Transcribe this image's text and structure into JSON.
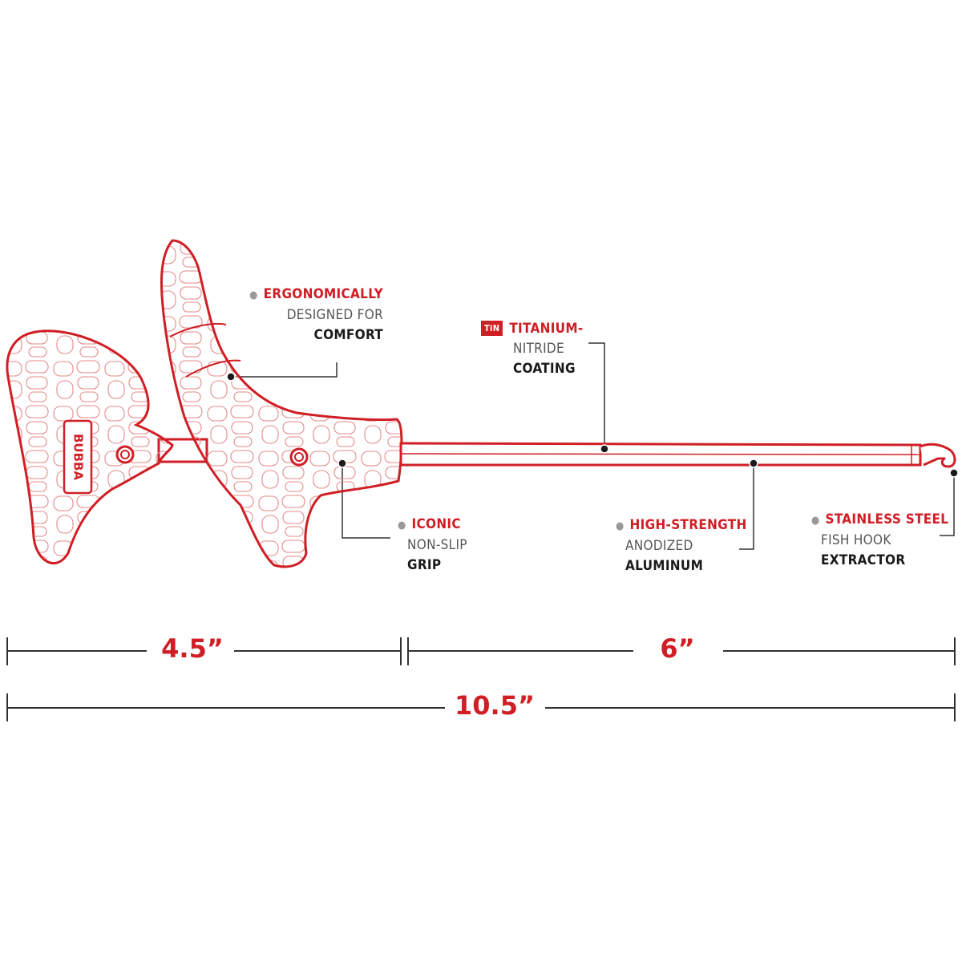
{
  "brand_logo_text": "BUBBA",
  "callouts": {
    "ergonomic": {
      "line1": "ERGONOMICALLY",
      "line2": "DESIGNED FOR",
      "line3": "COMFORT"
    },
    "titanium": {
      "badge": "TiN",
      "line1": "TITANIUM-",
      "line2": "NITRIDE",
      "line3": "COATING"
    },
    "grip": {
      "line1": "ICONIC",
      "line2": "NON-SLIP",
      "line3": "GRIP"
    },
    "aluminum": {
      "line1": "HIGH-STRENGTH",
      "line2": "ANODIZED",
      "line3": "ALUMINUM"
    },
    "extractor": {
      "line1": "STAINLESS STEEL",
      "line2": "FISH HOOK",
      "line3": "EXTRACTOR"
    }
  },
  "dimensions": {
    "handle": "4.5”",
    "shaft": "6”",
    "total": "10.5”"
  },
  "colors": {
    "accent": "#d01e25",
    "label_grey": "#555555",
    "label_dark": "#1a1a1a",
    "leader": "#333333"
  }
}
